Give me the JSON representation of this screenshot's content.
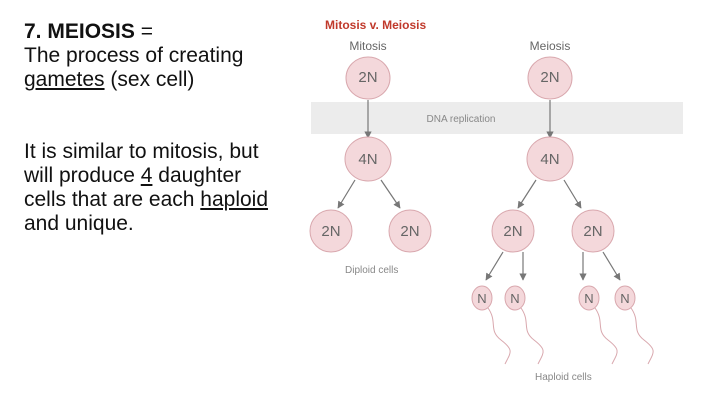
{
  "text": {
    "heading_number": "7.",
    "heading_term": "MEIOSIS",
    "heading_eq": "=",
    "definition_pre": "The process of creating",
    "definition_term": "gametes",
    "definition_post": "(sex cell)",
    "similar_pre": "It is similar to mitosis, but  will produce",
    "similar_count": "4",
    "similar_mid": "daughter cells that are each",
    "similar_term": "haploid",
    "similar_post": "and unique."
  },
  "diagram": {
    "title": "Mitosis v. Meiosis",
    "col_mitosis": "Mitosis",
    "col_meiosis": "Meiosis",
    "label_2n": "2N",
    "label_4n": "4N",
    "label_n": "N",
    "band_label": "DNA replication",
    "diploid_caption": "Diploid cells",
    "haploid_caption": "Haploid cells",
    "colors": {
      "title": "#c0392b",
      "cell_fill": "#f4d8db",
      "cell_stroke": "#d9a8ae",
      "text": "#666666",
      "band": "#ececec",
      "arrow": "#777777"
    }
  }
}
